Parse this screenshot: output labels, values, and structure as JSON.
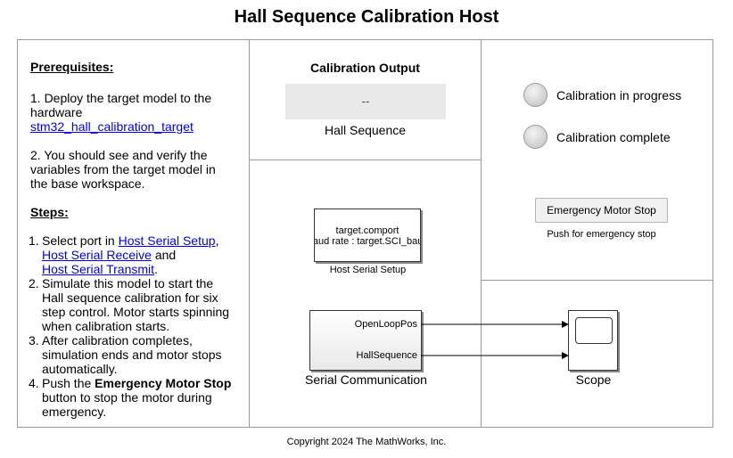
{
  "title": "Hall Sequence Calibration Host",
  "prerequisites": {
    "heading": "Prerequisites:",
    "item1": "1. Deploy the target model to the hardware",
    "item1_link": "stm32_hall_calibration_target",
    "item2": "2. You should see and verify the variables from the target model in the base workspace."
  },
  "steps": {
    "heading": "Steps:",
    "s1_num": "1.",
    "s1_pre": "Select port in ",
    "s1_link1": "Host Serial Setup",
    "s1_sep1": ",",
    "s1_link2": "Host Serial Receive",
    "s1_sep2": " and",
    "s1_link3": "Host Serial Transmit",
    "s1_end": ".",
    "s2_num": "2.",
    "s2": "Simulate this model to start the Hall sequence calibration for six step control. Motor starts spinning when calibration starts.",
    "s3_num": "3.",
    "s3": "After calibration completes, simulation ends and motor stops automatically.",
    "s4_num": "4.",
    "s4_pre": "Push the ",
    "s4_bold": "Emergency Motor Stop",
    "s4_post": " button to stop the motor during emergency."
  },
  "calibration_output": {
    "title": "Calibration Output",
    "display_value": "--",
    "display_label": "Hall Sequence"
  },
  "indicators": {
    "in_progress": "Calibration in progress",
    "complete": "Calibration complete"
  },
  "emergency": {
    "button": "Emergency Motor Stop",
    "caption": "Push for emergency stop"
  },
  "host_serial_setup": {
    "line1": "target.comport",
    "line2": "Baud rate : target.SCI_baud",
    "label": "Host Serial Setup"
  },
  "serial_communication": {
    "port1": "OpenLoopPos",
    "port2": "HallSequence",
    "label": "Serial Communication"
  },
  "scope": {
    "label": "Scope"
  },
  "footer": "Copyright 2024 The MathWorks, Inc."
}
